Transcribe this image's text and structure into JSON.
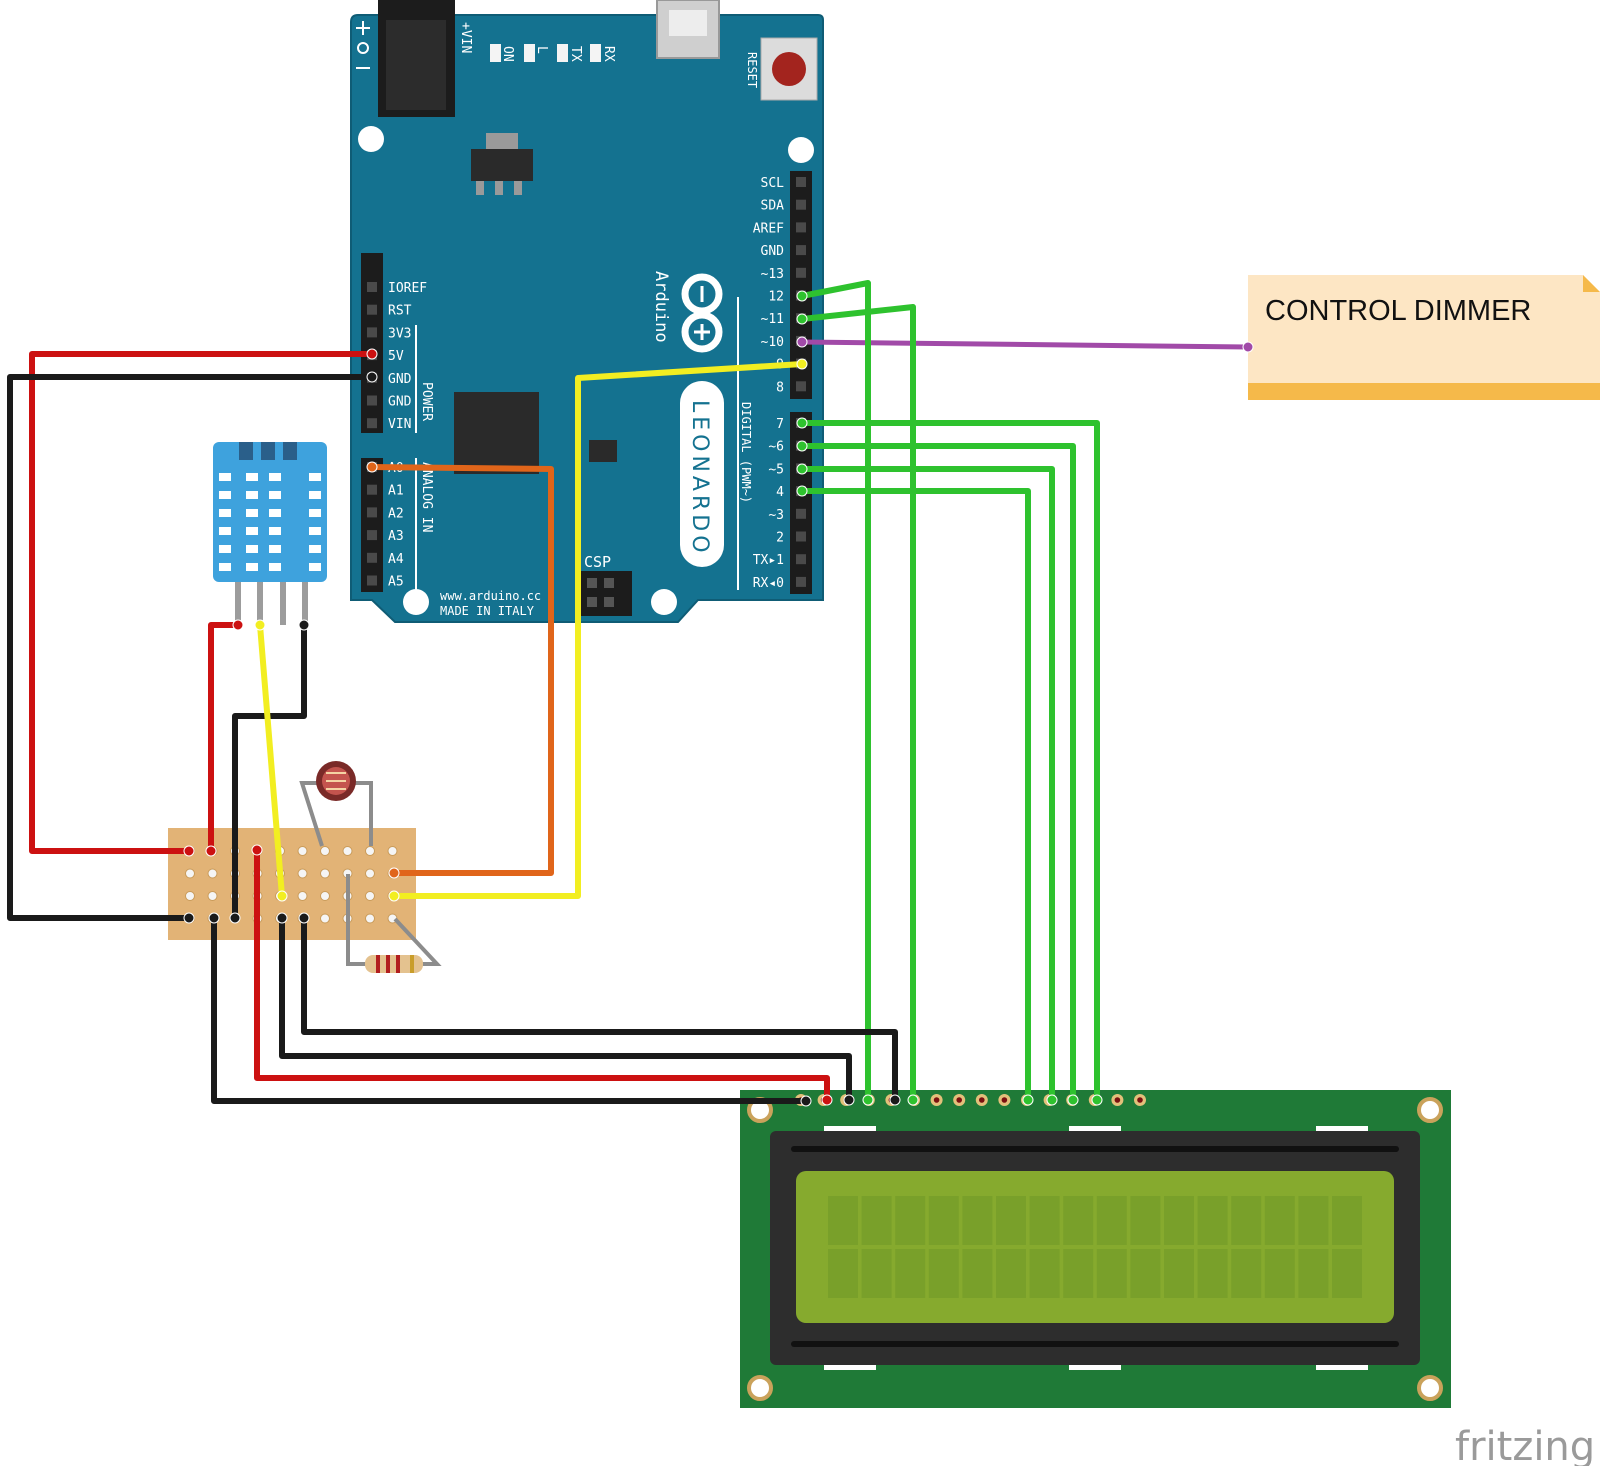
{
  "arduino": {
    "brand": "Arduino",
    "model": "LEONARDO",
    "made_in": "MADE IN ITALY",
    "website": "www.arduino.cc",
    "header_labels": {
      "vin_jack": "+VIN",
      "on": "ON",
      "l": "L",
      "tx": "TX",
      "rx": "RX",
      "reset": "RESET",
      "csp": "CSP",
      "power": "POWER",
      "analog_in": "ANALOG IN",
      "digital": "DIGITAL (PWM~)"
    },
    "power_pins": [
      "IOREF",
      "RST",
      "3V3",
      "5V",
      "GND",
      "GND",
      "VIN"
    ],
    "analog_pins": [
      "A0",
      "A1",
      "A2",
      "A3",
      "A4",
      "A5"
    ],
    "digital_upper": [
      "SCL",
      "SDA",
      "AREF",
      "GND",
      "~13",
      "12",
      "~11",
      "~10",
      "~9",
      "8"
    ],
    "digital_lower": [
      "7",
      "~6",
      "~5",
      "4",
      "~3",
      "2",
      "TX▸1",
      "RX◂0"
    ]
  },
  "note": {
    "text": "CONTROL DIMMER"
  },
  "watermark": {
    "text": "fritzing"
  },
  "colors": {
    "board": "#147290",
    "wire_red": "#cc1111",
    "wire_black": "#1a1a1a",
    "wire_yellow": "#f2ee21",
    "wire_orange": "#e0651a",
    "wire_green": "#2ec22e",
    "wire_purple": "#a14aa8",
    "perfboard": "#e2b376",
    "lcd_pcb": "#1f7a37",
    "lcd_screen": "#86aa2e",
    "sensor": "#3ea2dd",
    "note_bg": "#fde6c4",
    "note_strip": "#f5b94a"
  },
  "components": {
    "dht_sensor": "dht11-temperature-humidity-sensor",
    "ldr": "photoresistor",
    "resistor": "resistor",
    "lcd": "16x2-character-lcd"
  }
}
